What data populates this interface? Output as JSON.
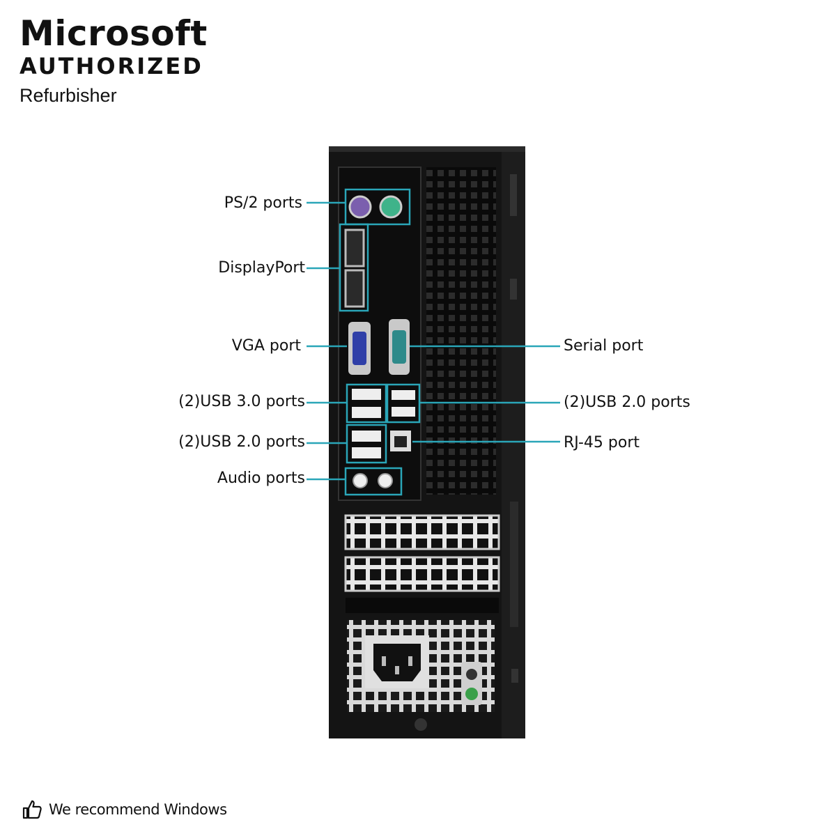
{
  "brand": {
    "line1": "Microsoft",
    "line2": "AUTHORIZED",
    "line3": "Refurbisher"
  },
  "labels": {
    "ps2": "PS/2 ports",
    "displayport": "DisplayPort",
    "vga": "VGA port",
    "serial": "Serial port",
    "usb30": "(2)USB 3.0 ports",
    "usb20_right": "(2)USB 2.0 ports",
    "usb20_left": "(2)USB 2.0 ports",
    "rj45": "RJ-45 port",
    "audio": "Audio ports"
  },
  "footer": {
    "icon": "thumbs-up-icon",
    "text": "We recommend Windows"
  },
  "colors": {
    "callout": "#2aa6b8",
    "chassis": "#141414",
    "ps2_mouse": "#7b5fae",
    "ps2_keyboard": "#3fb38a",
    "vga": "#2f3fa8",
    "serial": "#2e8a8a",
    "power_led": "#3aa04a"
  }
}
